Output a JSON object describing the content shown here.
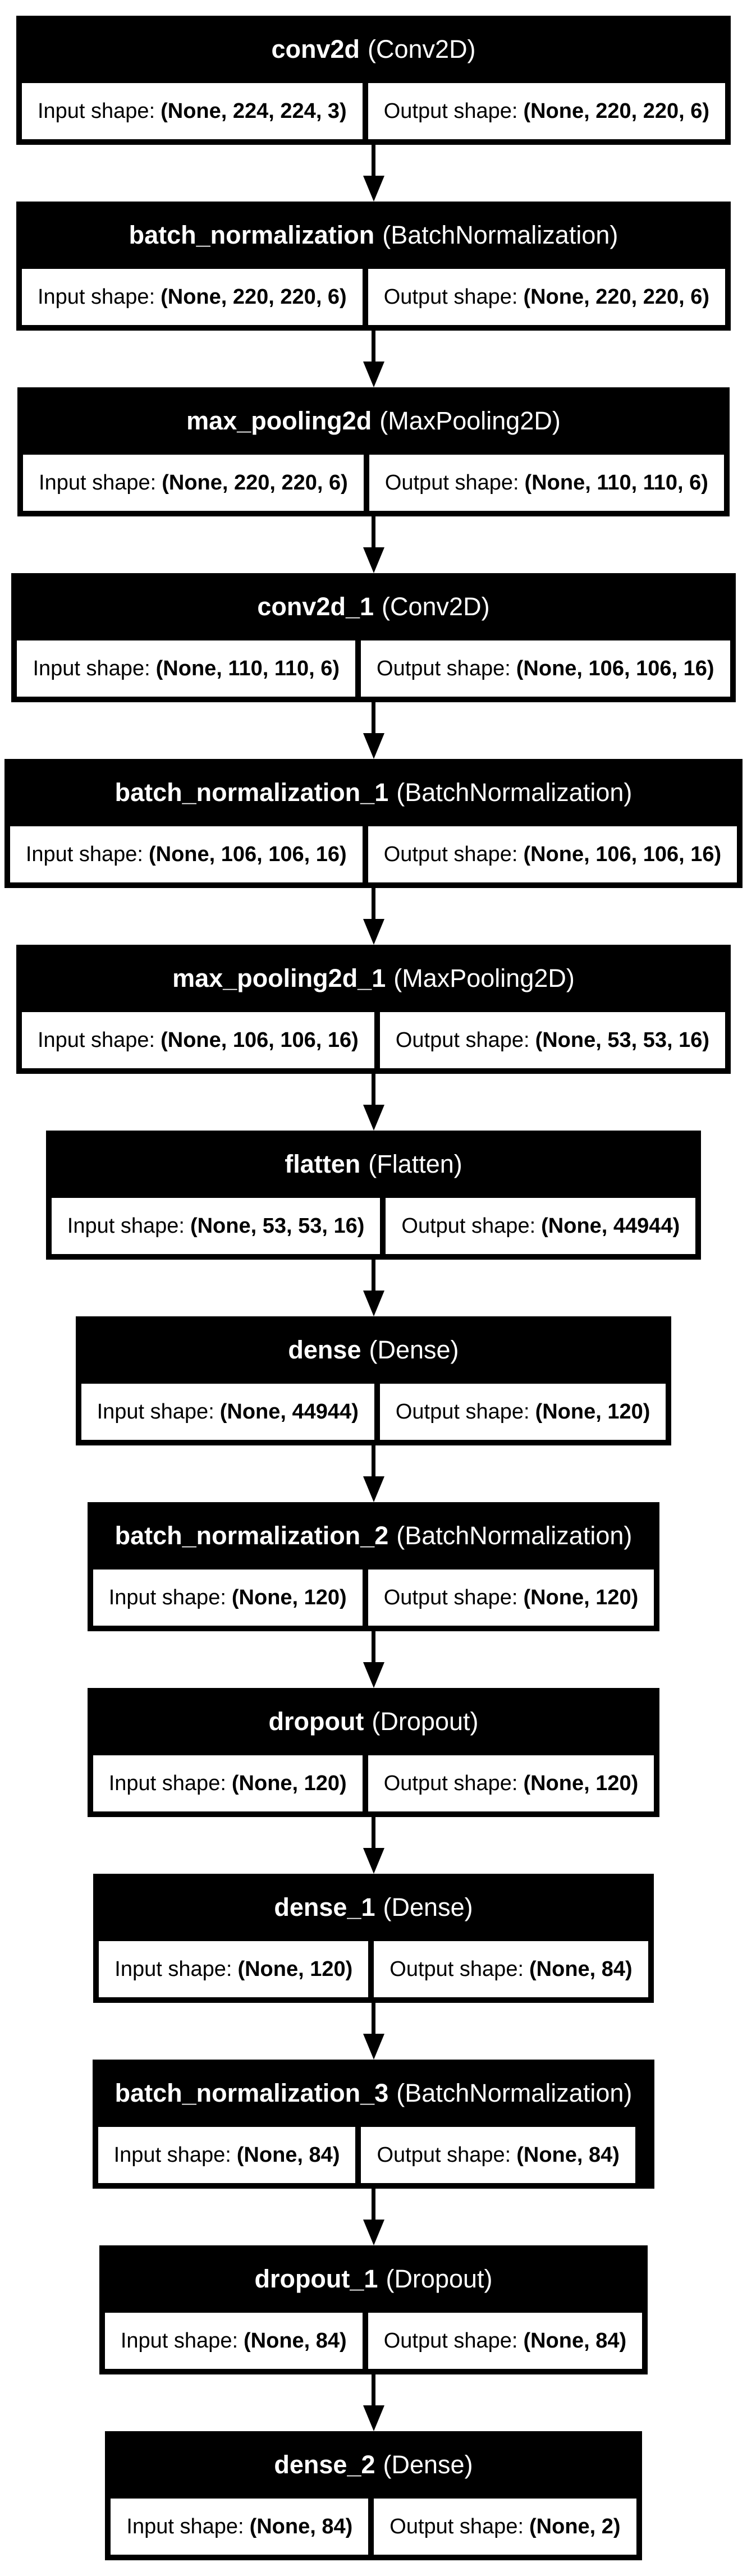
{
  "diagram_type": "keras-model-architecture-flowchart",
  "colors": {
    "node_background": "#000000",
    "header_text": "#ffffff",
    "cell_background": "#ffffff",
    "cell_text": "#000000",
    "edge": "#000000",
    "page_background": "#ffffff"
  },
  "labels": {
    "input": "Input shape:",
    "output": "Output shape:"
  },
  "layers": [
    {
      "name": "conv2d",
      "cls": "(Conv2D)",
      "input_shape": "(None, 224, 224, 3)",
      "output_shape": "(None, 220, 220, 6)"
    },
    {
      "name": "batch_normalization",
      "cls": "(BatchNormalization)",
      "input_shape": "(None, 220, 220, 6)",
      "output_shape": "(None, 220, 220, 6)"
    },
    {
      "name": "max_pooling2d",
      "cls": "(MaxPooling2D)",
      "input_shape": "(None, 220, 220, 6)",
      "output_shape": "(None, 110, 110, 6)"
    },
    {
      "name": "conv2d_1",
      "cls": "(Conv2D)",
      "input_shape": "(None, 110, 110, 6)",
      "output_shape": "(None, 106, 106, 16)"
    },
    {
      "name": "batch_normalization_1",
      "cls": "(BatchNormalization)",
      "input_shape": "(None, 106, 106, 16)",
      "output_shape": "(None, 106, 106, 16)"
    },
    {
      "name": "max_pooling2d_1",
      "cls": "(MaxPooling2D)",
      "input_shape": "(None, 106, 106, 16)",
      "output_shape": "(None, 53, 53, 16)"
    },
    {
      "name": "flatten",
      "cls": "(Flatten)",
      "input_shape": "(None, 53, 53, 16)",
      "output_shape": "(None, 44944)"
    },
    {
      "name": "dense",
      "cls": "(Dense)",
      "input_shape": "(None, 44944)",
      "output_shape": "(None, 120)"
    },
    {
      "name": "batch_normalization_2",
      "cls": "(BatchNormalization)",
      "input_shape": "(None, 120)",
      "output_shape": "(None, 120)"
    },
    {
      "name": "dropout",
      "cls": "(Dropout)",
      "input_shape": "(None, 120)",
      "output_shape": "(None, 120)"
    },
    {
      "name": "dense_1",
      "cls": "(Dense)",
      "input_shape": "(None, 120)",
      "output_shape": "(None, 84)"
    },
    {
      "name": "batch_normalization_3",
      "cls": "(BatchNormalization)",
      "input_shape": "(None, 84)",
      "output_shape": "(None, 84)"
    },
    {
      "name": "dropout_1",
      "cls": "(Dropout)",
      "input_shape": "(None, 84)",
      "output_shape": "(None, 84)"
    },
    {
      "name": "dense_2",
      "cls": "(Dense)",
      "input_shape": "(None, 84)",
      "output_shape": "(None, 2)"
    }
  ]
}
